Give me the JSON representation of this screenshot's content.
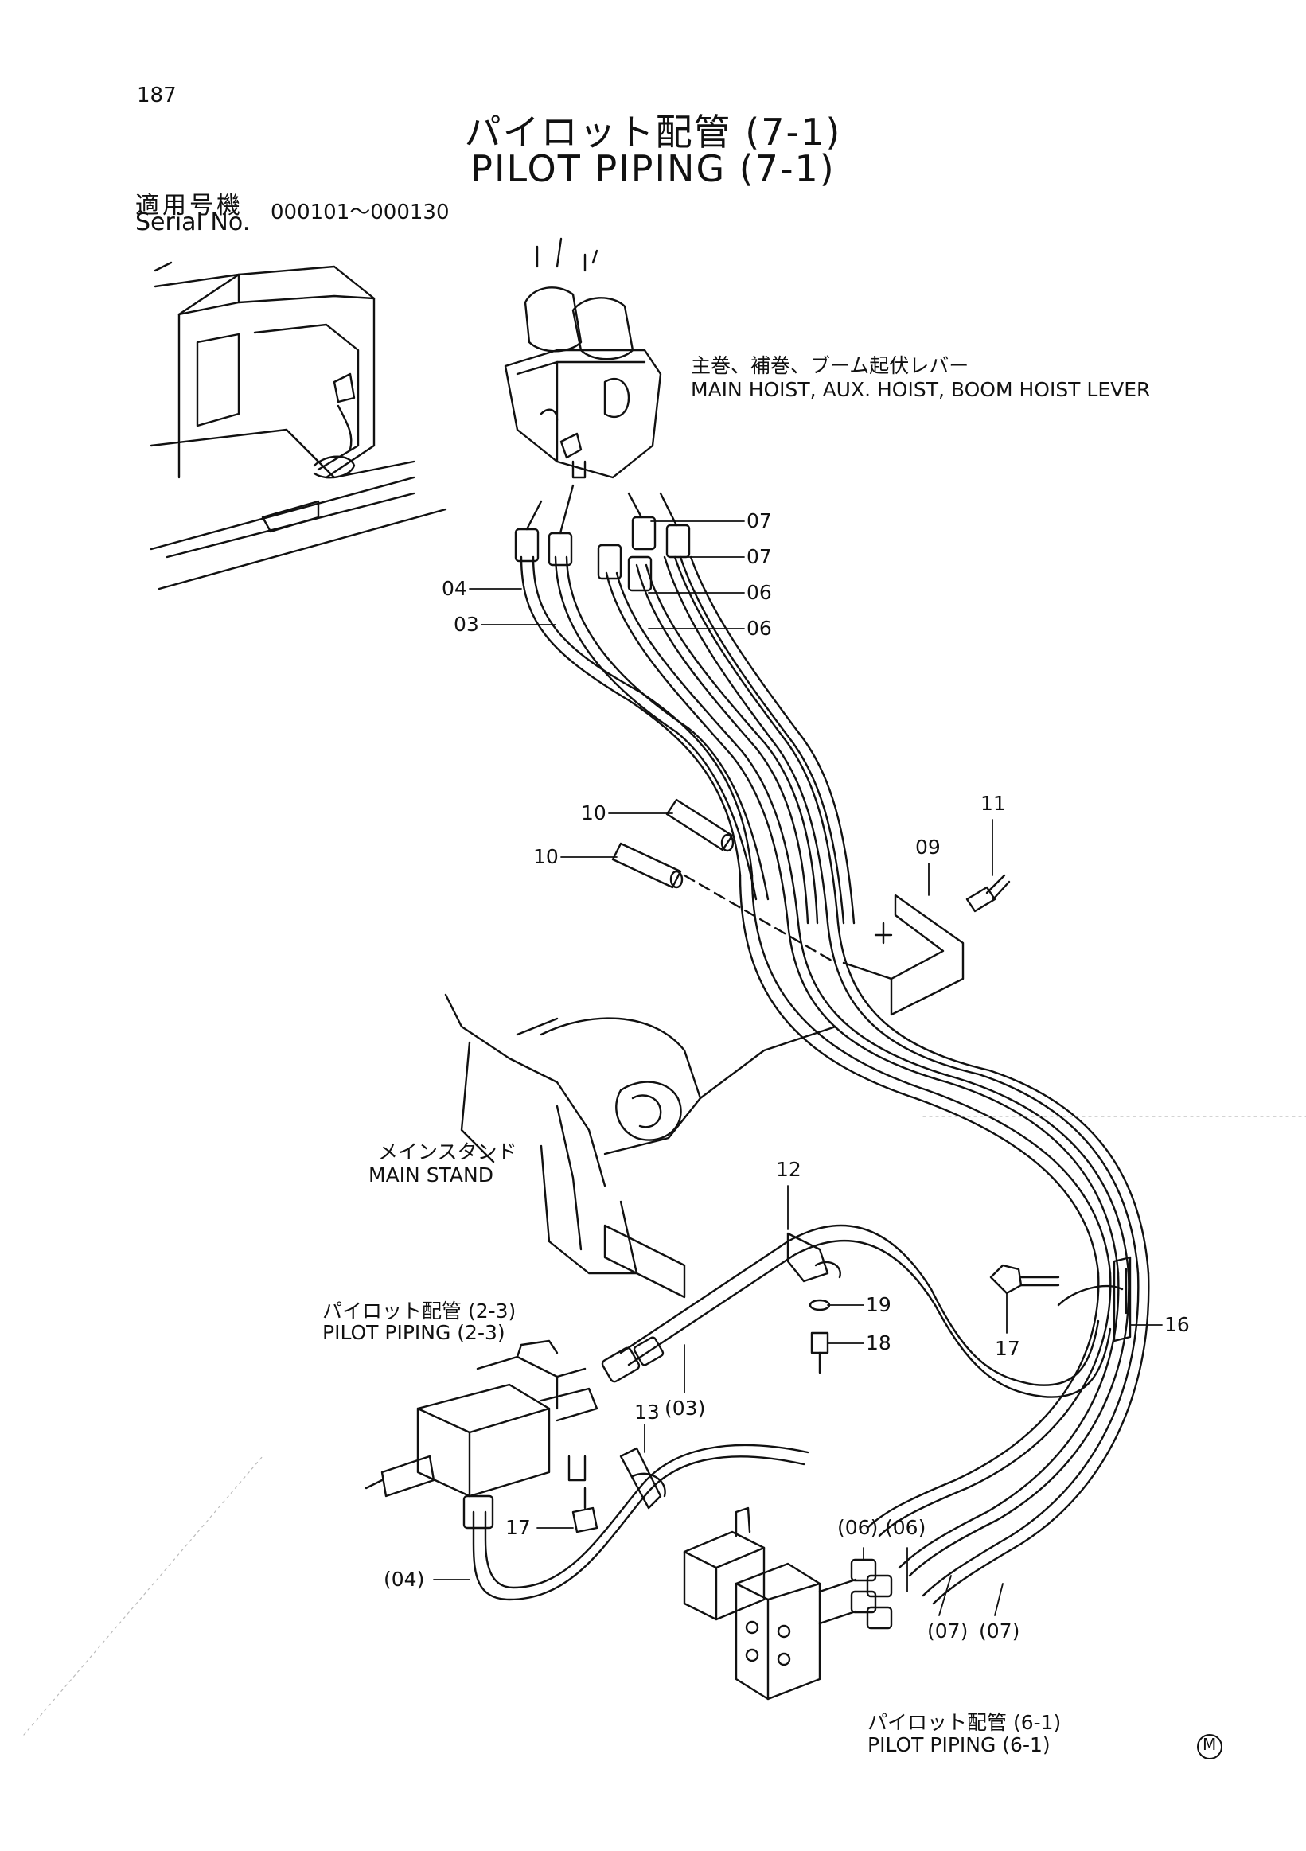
{
  "page_number": "187",
  "title_ja": "パイロット配管 (7-1)",
  "title_en": "PILOT PIPING (7-1)",
  "serial": {
    "label_ja": "適用号機",
    "label_en": "Serial No.",
    "value": "000101～000130"
  },
  "labels": {
    "lever_ja": "主巻、補巻、ブーム起伏レバー",
    "lever_en": "MAIN HOIST, AUX. HOIST, BOOM HOIST LEVER",
    "stand_ja": "メインスタンド",
    "stand_en": "MAIN STAND",
    "ref_23_ja": "パイロット配管 (2-3)",
    "ref_23_en": "PILOT PIPING (2-3)",
    "ref_61_ja": "パイロット配管 (6-1)",
    "ref_61_en": "PILOT PIPING (6-1)",
    "mark": "M"
  },
  "parts": {
    "p07a": "07",
    "p07b": "07",
    "p06a": "06",
    "p06b": "06",
    "p04": "04",
    "p03": "03",
    "p10a": "10",
    "p10b": "10",
    "p11": "11",
    "p09": "09",
    "p12": "12",
    "p19": "19",
    "p18": "18",
    "p16": "16",
    "p17a": "17",
    "p03p": "(03)",
    "p13": "13",
    "p17b": "17",
    "p04p": "(04)",
    "p06p1": "(06)",
    "p06p2": "(06)",
    "p07p1": "(07)",
    "p07p2": "(07)"
  }
}
